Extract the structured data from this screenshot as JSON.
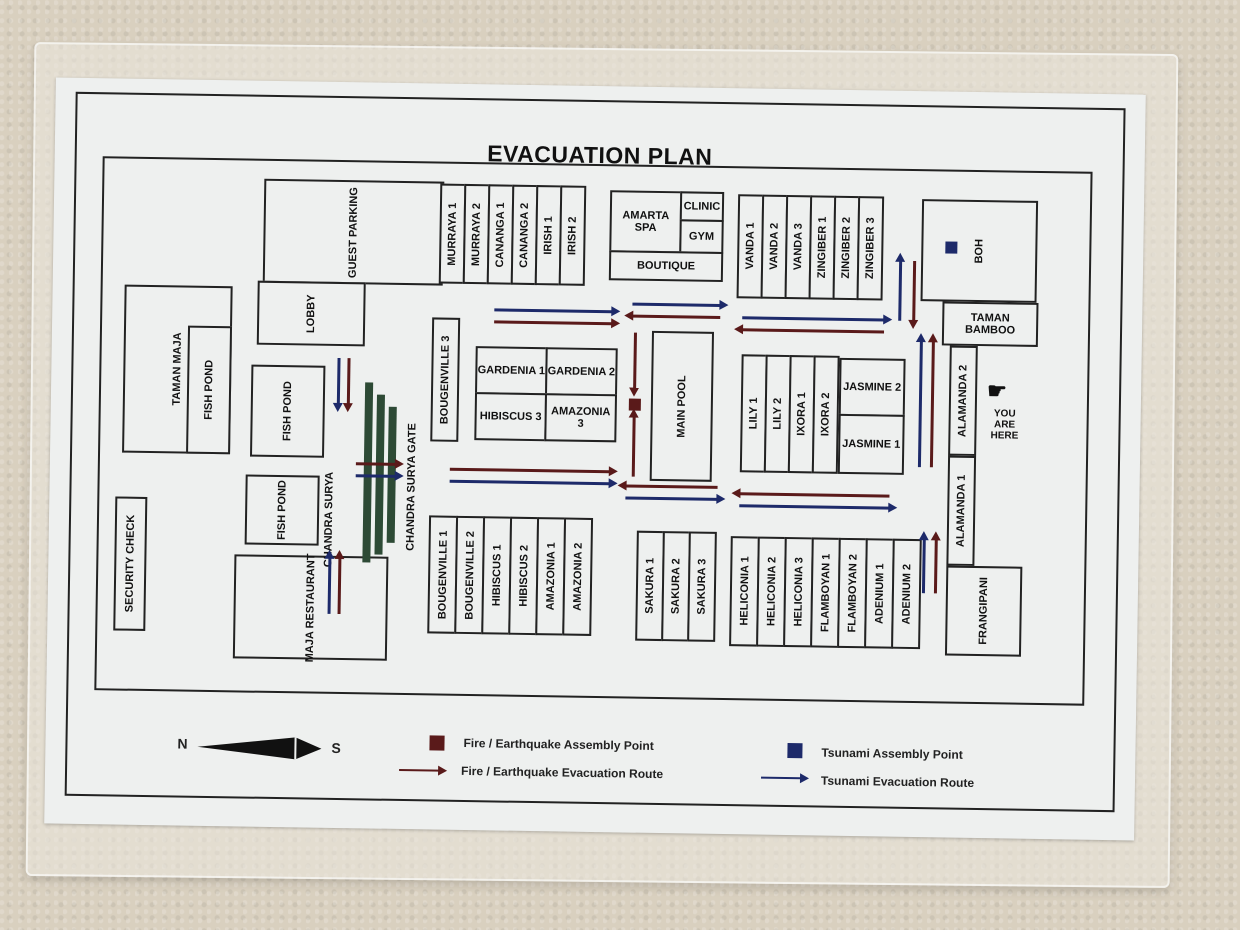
{
  "title": "EVACUATION PLAN",
  "colors": {
    "fire": "#5a1a1a",
    "tsunami": "#1d2a6a",
    "gate": "#2d4a35"
  },
  "areas": {
    "guest_parking": "GUEST PARKING",
    "lobby": "LOBBY",
    "taman_maja": "TAMAN MAJA",
    "fish_pond": "FISH POND",
    "security_check": "SECURITY CHECK",
    "maja_restaurant": "MAJA RESTAURANT",
    "chandra_surya": "CHANDRA SURYA",
    "chandra_surya_gate": "CHANDRA SURYA GATE",
    "bougenville_3": "BOUGENVILLE 3",
    "amarta_spa": "AMARTA SPA",
    "clinic": "CLINIC",
    "gym": "GYM",
    "boutique": "BOUTIQUE",
    "main_pool": "MAIN POOL",
    "boh": "BOH",
    "taman_bamboo": "TAMAN BAMBOO",
    "frangipani": "FRANGIPANI",
    "alamanda_1": "ALAMANDA 1",
    "alamanda_2": "ALAMANDA 2",
    "jasmine_1": "JASMINE 1",
    "jasmine_2": "JASMINE 2",
    "you_are_here": "YOU ARE HERE"
  },
  "rows": {
    "murraya": [
      "MURRAYA 1",
      "MURRAYA 2",
      "CANANGA 1",
      "CANANGA 2",
      "IRISH 1",
      "IRISH 2"
    ],
    "vanda": [
      "VANDA 1",
      "VANDA 2",
      "VANDA 3",
      "ZINGIBER 1",
      "ZINGIBER 2",
      "ZINGIBER 3"
    ],
    "gardenia_top": [
      "GARDENIA 1",
      "GARDENIA 2"
    ],
    "gardenia_bottom": [
      "HIBISCUS 3",
      "AMAZONIA 3"
    ],
    "lily": [
      "LILY 1",
      "LILY 2",
      "IXORA 1",
      "IXORA 2"
    ],
    "bougenville": [
      "BOUGENVILLE 1",
      "BOUGENVILLE 2",
      "HIBISCUS 1",
      "HIBISCUS 2",
      "AMAZONIA 1",
      "AMAZONIA 2"
    ],
    "sakura": [
      "SAKURA 1",
      "SAKURA 2",
      "SAKURA 3"
    ],
    "heliconia": [
      "HELICONIA 1",
      "HELICONIA 2",
      "HELICONIA 3",
      "FLAMBOYAN 1",
      "FLAMBOYAN 2",
      "ADENIUM 1",
      "ADENIUM 2"
    ]
  },
  "compass": {
    "north": "N",
    "south": "S"
  },
  "legend": {
    "fire_point": "Fire / Earthquake Assembly Point",
    "tsunami_point": "Tsunami Assembly Point",
    "fire_route": "Fire / Earthquake Evacuation Route",
    "tsunami_route": "Tsunami Evacuation Route"
  }
}
